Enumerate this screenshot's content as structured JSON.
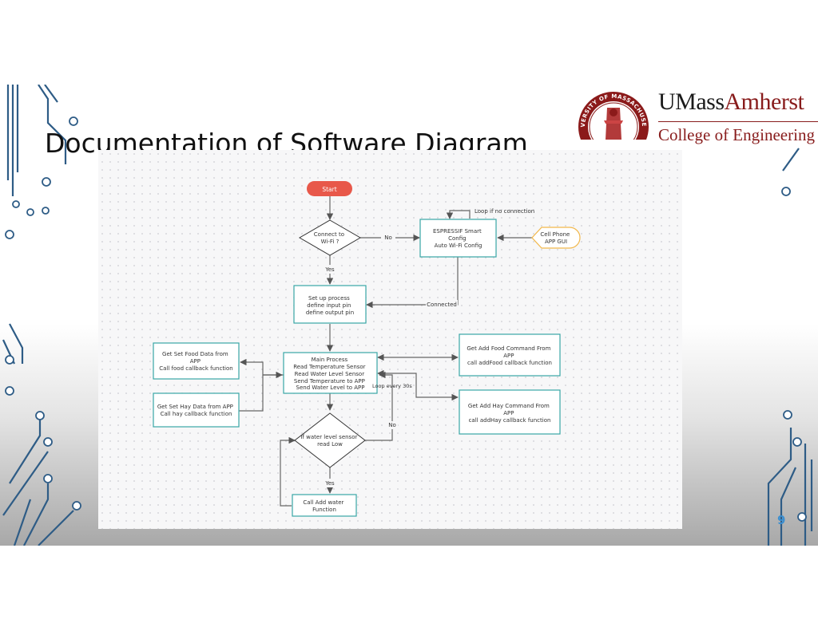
{
  "slide": {
    "title": "Documentation of Software Diagram",
    "page_number": "9"
  },
  "logo": {
    "seal_text": "UNIVERSITY OF MASSACHUSETTS",
    "name_part1": "UMass",
    "name_part2": "Amherst",
    "college": "College of Engineering"
  },
  "flowchart": {
    "start": "Start",
    "wifi_question": [
      "Connect to",
      "Wi-Fi ?"
    ],
    "smart_config": [
      "ESPRESSIF Smart",
      "Config",
      "Auto Wi-Fi Config"
    ],
    "phone_gui": [
      "Cell Phone",
      "APP GUI"
    ],
    "setup_process": [
      "Set up process",
      "define input pin",
      "define output pin"
    ],
    "main_process": [
      "Main Process",
      "Read Temperature Sensor",
      "Read Water Level Sensor",
      "Send Temperature to APP",
      "Send Water Level to APP"
    ],
    "get_food": [
      "Get Set Food Data from",
      "APP",
      "Call food callback function"
    ],
    "get_hay": [
      "Get Set Hay Data from APP",
      "Call hay callback function"
    ],
    "add_food": [
      "Get Add Food Command From",
      "APP",
      "call addFood callback function"
    ],
    "add_hay": [
      "Get Add Hay Command From",
      "APP",
      "call addHay callback function"
    ],
    "water_question": [
      "If water level sensor",
      "read Low"
    ],
    "add_water": [
      "Call Add water",
      "Function"
    ],
    "labels": {
      "no_wifi": "No",
      "yes_wifi": "Yes",
      "loop_no_connection": "Loop if no connection",
      "connected": "Connected",
      "loop_30s": "Loop every 30s",
      "no_water": "No",
      "yes_water": "Yes"
    }
  },
  "colors": {
    "start_fill": "#e8584a",
    "box_stroke": "#39a7a6",
    "phone_stroke": "#f2b84b",
    "arrow": "#555555",
    "brand": "#881c1c",
    "page_number": "#3c8fd0"
  }
}
